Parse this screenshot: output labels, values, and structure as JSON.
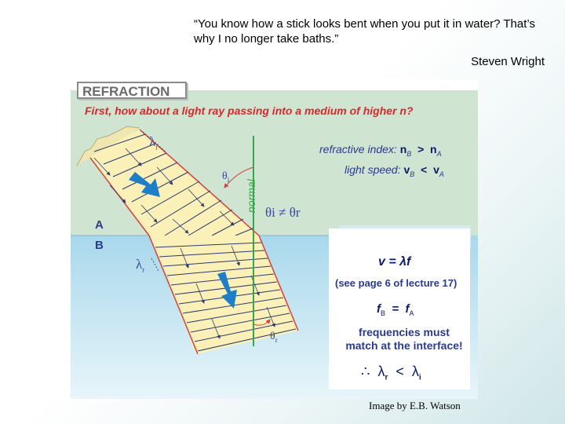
{
  "quote": {
    "text": "“You know how a stick looks bent when you put it in water?  That’s why I no longer take baths.”",
    "author": "Steven Wright"
  },
  "figure": {
    "title": "REFRACTION",
    "question": "First, how about a light ray passing into a medium of higher n?",
    "normal_label": "normal",
    "medium_a": "A",
    "medium_b": "B",
    "refractive_index_label": "refractive index:",
    "refractive_index_relation": ">",
    "light_speed_label": "light speed:",
    "light_speed_relation": "<",
    "n_symbol": "n",
    "v_symbol": "v",
    "sub_a": "A",
    "sub_b": "B",
    "theta_i_label": "θ",
    "theta_i_sub": "i",
    "theta_r_label": "θ",
    "theta_r_sub": "r",
    "lambda_i_label": "λ",
    "lambda_i_sub": "i",
    "lambda_r_label": "λ",
    "lambda_r_sub": "r",
    "angle_inequality": "θi ≠ θr",
    "wave_equation": "v = λf",
    "wave_equation_note": "(see page 6 of lecture 17)",
    "frequency_equation_lhs": "f",
    "frequency_equation_mid": "=",
    "frequency_equation_rhs": "f",
    "frequency_text": "frequencies must match at the interface!",
    "conclusion_prefix": "∴",
    "conclusion_lhs": "λ",
    "conclusion_lhs_sub": "r",
    "conclusion_relation": "<",
    "conclusion_rhs": "λ",
    "conclusion_rhs_sub": "i",
    "colors": {
      "upper_medium": "#cfe5d2",
      "lower_medium": "#bfe3f0",
      "beam": "#fbf1b8",
      "beam_edge": "#e05050",
      "normal_line": "#3aa64a",
      "arrow_blue": "#1e7fc8",
      "text_red": "#d8282a",
      "text_navy": "#2a3a8c"
    }
  },
  "credit": "Image by E.B. Watson"
}
